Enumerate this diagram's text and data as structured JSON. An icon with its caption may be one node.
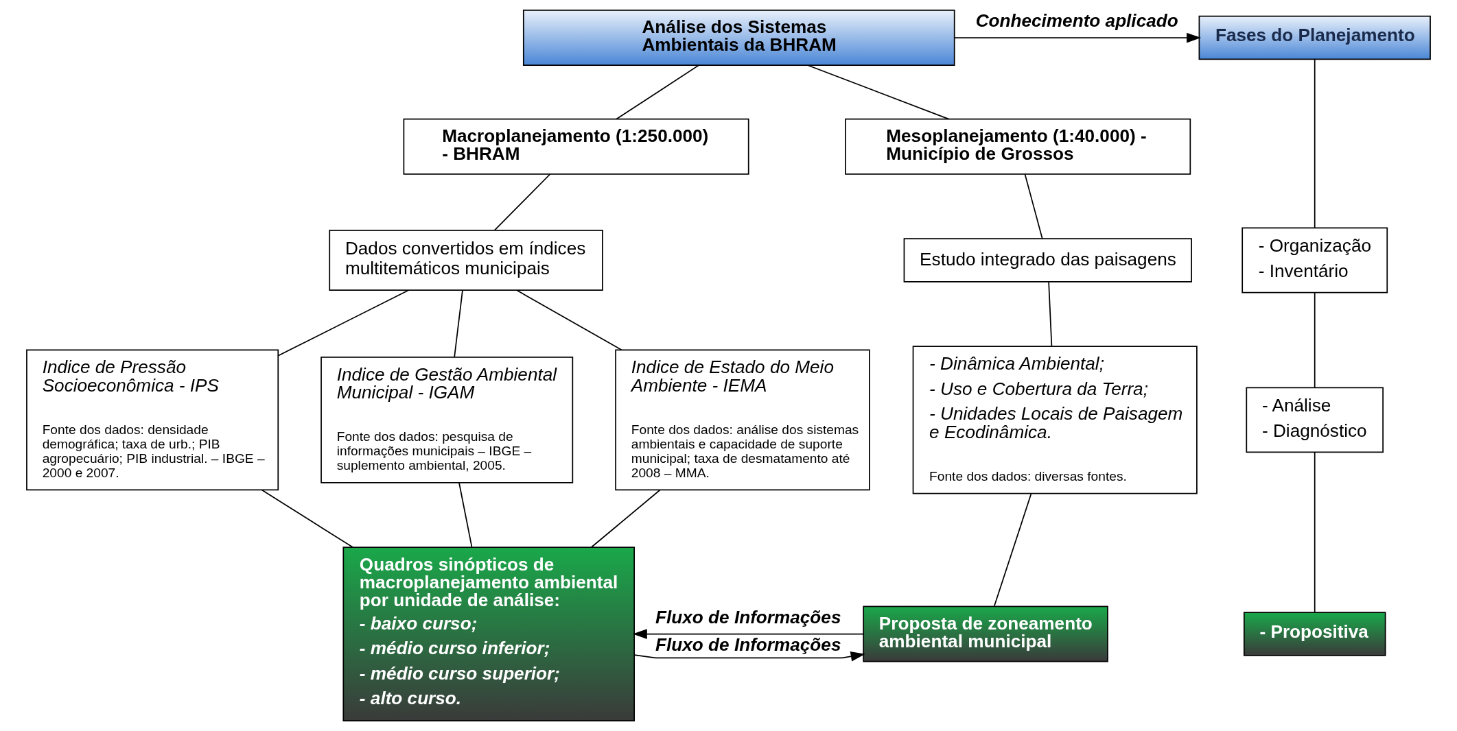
{
  "diagram": {
    "nodes": [
      {
        "text": [
          "Análise dos Sistemas Ambientais da BHRAM"
        ]
      },
      {
        "text": [
          "Fases do Planejamento"
        ]
      },
      {
        "text": [
          "Macroplanejamento (1:250.000) - BHRAM"
        ]
      },
      {
        "text": [
          "Mesoplanejamento (1:40.000) - Município de Grossos"
        ]
      },
      {
        "text": [
          "Dados convertidos em índices multitemáticos municipais"
        ]
      },
      {
        "text": [
          "Estudo integrado das paisagens"
        ]
      },
      {
        "text": [
          "- Organização",
          "- Inventário"
        ]
      },
      {
        "text": [
          "Indice de Pressão Socioeconômica - IPS",
          "Fonte dos dados: densidade demográfica; taxa de urb.; PIB agropecuário; PIB industrial. – IBGE – 2000 e 2007."
        ]
      },
      {
        "text": [
          "Indice de Gestão Ambiental Municipal - IGAM",
          "Fonte dos dados: pesquisa de informações municipais – IBGE – suplemento ambiental, 2005."
        ]
      },
      {
        "text": [
          "Indice de Estado do Meio Ambiente - IEMA",
          "Fonte dos dados: análise dos sistemas ambientais e capacidade de suporte municipal; taxa de desmatamento até 2008 – MMA."
        ]
      },
      {
        "text": [
          "- Dinâmica Ambiental;",
          "- Uso e Cobertura da Terra;",
          "- Unidades Locais de Paisagem e Ecodinâmica.",
          "Fonte dos dados: diversas fontes."
        ]
      },
      {
        "text": [
          "- Análise",
          "- Diagnóstico"
        ]
      },
      {
        "text": [
          "Quadros sinópticos de macroplanejamento ambiental por unidade de análise:",
          "- baixo curso;",
          "- médio curso inferior;",
          "- médio curso superior;",
          "- alto curso."
        ]
      },
      {
        "text": [
          "Proposta de zoneamento ambiental municipal"
        ]
      },
      {
        "text": [
          "- Propositiva"
        ]
      }
    ],
    "edges": [
      {
        "from": 0,
        "to": 1,
        "arrow": "to",
        "label": "Conhecimento aplicado"
      },
      {
        "from": 0,
        "to": 2,
        "arrow": "none"
      },
      {
        "from": 0,
        "to": 3,
        "arrow": "none"
      },
      {
        "from": 2,
        "to": 4,
        "arrow": "none"
      },
      {
        "from": 3,
        "to": 5,
        "arrow": "none"
      },
      {
        "from": 1,
        "to": 6,
        "arrow": "none"
      },
      {
        "from": 4,
        "to": 7,
        "arrow": "none"
      },
      {
        "from": 4,
        "to": 8,
        "arrow": "none"
      },
      {
        "from": 4,
        "to": 9,
        "arrow": "none"
      },
      {
        "from": 5,
        "to": 10,
        "arrow": "none"
      },
      {
        "from": 6,
        "to": 11,
        "arrow": "none"
      },
      {
        "from": 7,
        "to": 12,
        "arrow": "none"
      },
      {
        "from": 8,
        "to": 12,
        "arrow": "none"
      },
      {
        "from": 9,
        "to": 12,
        "arrow": "none"
      },
      {
        "from": 10,
        "to": 13,
        "arrow": "none"
      },
      {
        "from": 11,
        "to": 14,
        "arrow": "none"
      },
      {
        "from": 13,
        "to": 12,
        "arrow": "to",
        "label": "Fluxo de Informações"
      },
      {
        "from": 12,
        "to": 13,
        "arrow": "to",
        "label": "Fluxo de Informações"
      }
    ]
  }
}
